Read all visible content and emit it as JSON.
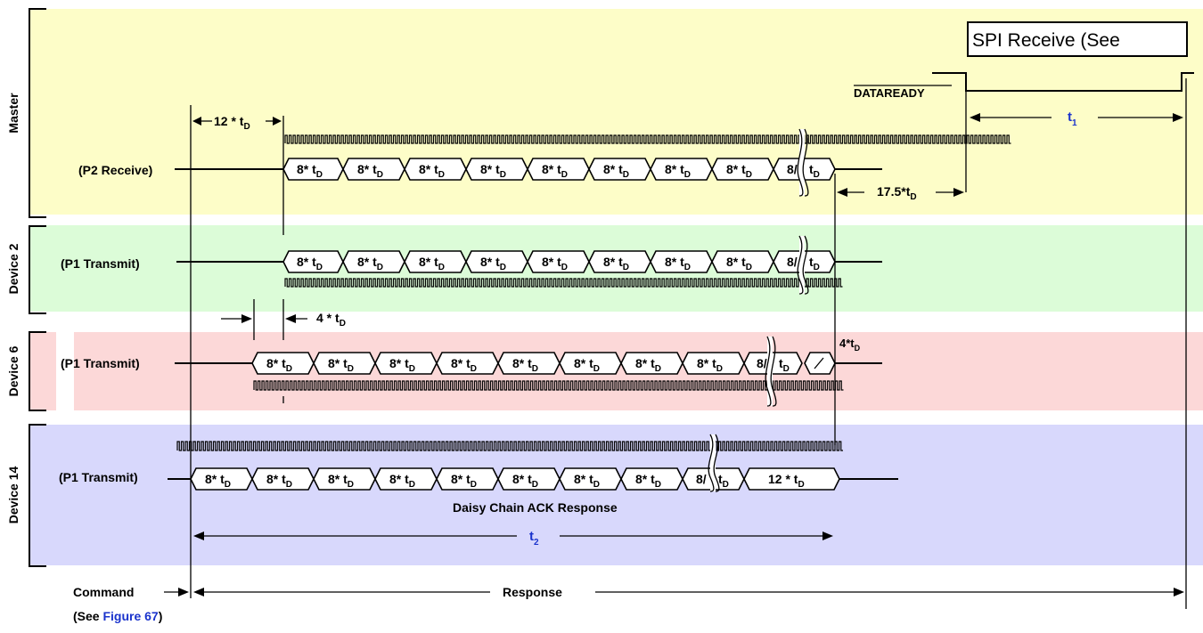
{
  "rows": {
    "master": {
      "title": "Master",
      "signal": "(P2 Receive)"
    },
    "device2": {
      "title": "Device 2",
      "signal": "(P1 Transmit)"
    },
    "device6": {
      "title": "Device 6",
      "signal": "(P1 Transmit)"
    },
    "device14": {
      "title": "Device 14",
      "signal": "(P1 Transmit)"
    }
  },
  "segments": {
    "byte": "8* t",
    "sub": "D",
    "partial": "8/",
    "tail": "t",
    "final_d14": "12 * t"
  },
  "annotations": {
    "spi_receive": "SPI Receive (See",
    "dataready": "DATAREADY",
    "t1": "t",
    "t1_sub": "1",
    "t2": "t",
    "t2_sub": "2",
    "d12": "12 * t",
    "d4": "4 * t",
    "d4b": "4*t",
    "d175": "17.5*t",
    "sub": "D",
    "daisy": "Daisy Chain ACK Response",
    "command": "Command",
    "response": "Response",
    "see_pre": "(See ",
    "see_link": "Figure 67",
    "see_post": ")"
  },
  "colors": {
    "master_bg": "#fdfdc8",
    "device2_bg": "#dcfcd8",
    "device6_bg": "#fcd8d8",
    "device14_bg": "#d8d8fc",
    "label_blue": "#1a33cc"
  }
}
